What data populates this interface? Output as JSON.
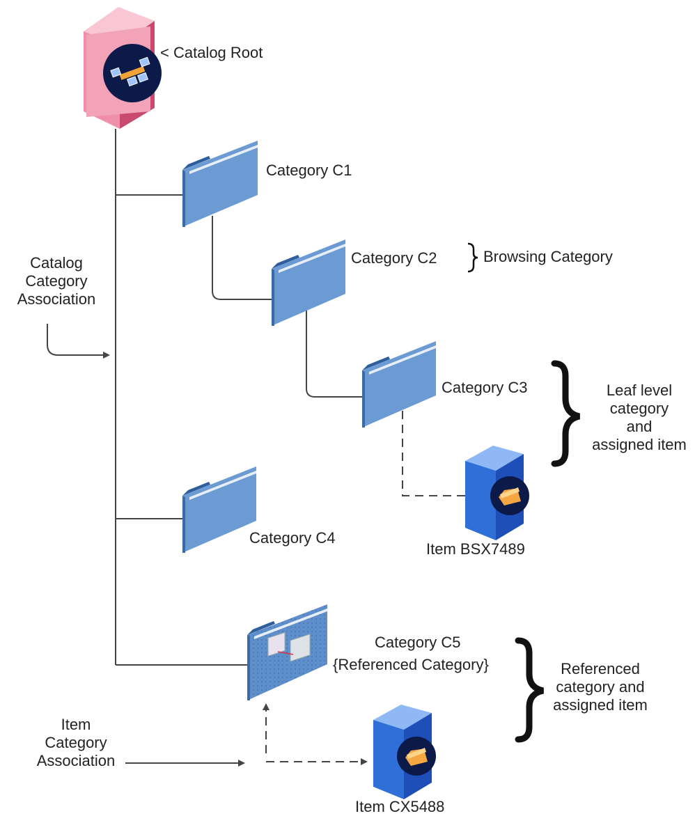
{
  "root": {
    "label": "< Catalog Root"
  },
  "categories": {
    "c1": "Category C1",
    "c2": "Category C2",
    "c3": "Category C3",
    "c4": "Category C4",
    "c5": "Category C5",
    "c5_sub": "{Referenced Category}"
  },
  "items": {
    "bsx": "Item BSX7489",
    "cx": "Item CX5488"
  },
  "annotations": {
    "browsing": "Browsing Category",
    "leaf": [
      "Leaf level",
      "category",
      "and",
      "assigned item"
    ],
    "referenced": [
      "Referenced",
      "category and",
      "assigned item"
    ],
    "catalog_assoc": [
      "Catalog",
      "Category",
      "Association"
    ],
    "item_assoc": [
      "Item",
      "Category",
      "Association"
    ]
  },
  "colors": {
    "folder": "#6b9bd2",
    "folder_tab": "#2f5e9c",
    "root_box": "#f0a0b4",
    "item_box": "#2f6fd8",
    "line": "#444444"
  }
}
